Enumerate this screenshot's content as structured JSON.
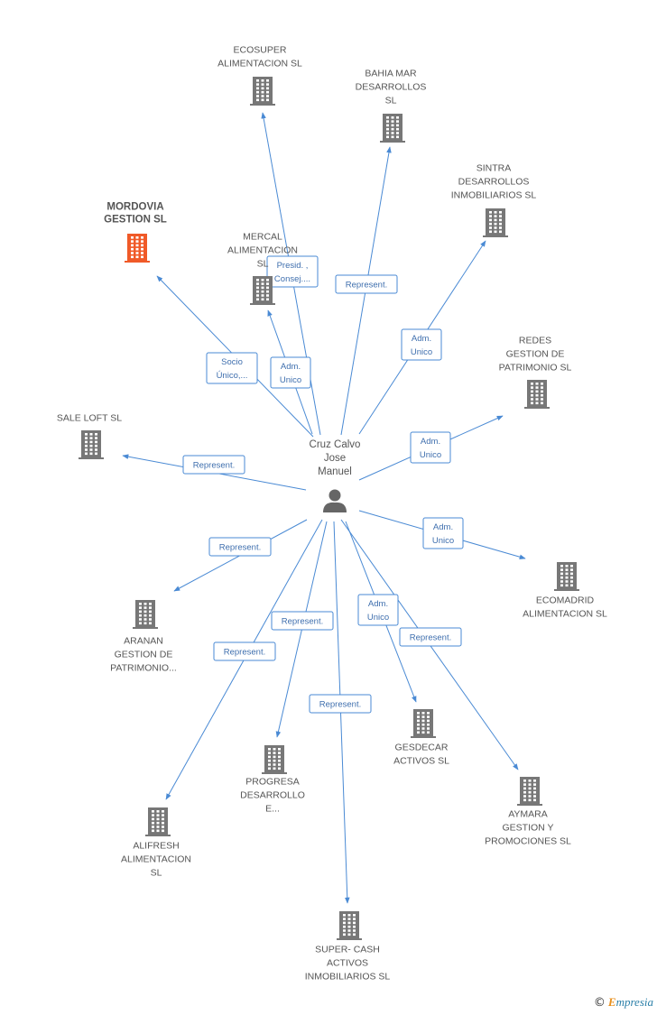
{
  "center": {
    "lines": [
      "Cruz Calvo",
      "Jose",
      "Manuel"
    ],
    "icon": "person-icon"
  },
  "companies": [
    {
      "id": "ecosuper",
      "lines": [
        "ECOSUPER",
        "ALIMENTACION SL"
      ],
      "highlight": false
    },
    {
      "id": "bahia-mar",
      "lines": [
        "BAHIA MAR",
        "DESARROLLOS",
        "SL"
      ],
      "highlight": false
    },
    {
      "id": "sintra",
      "lines": [
        "SINTRA",
        "DESARROLLOS",
        "INMOBILIARIOS SL"
      ],
      "highlight": false
    },
    {
      "id": "mordovia",
      "lines": [
        "MORDOVIA",
        "GESTION SL"
      ],
      "highlight": true
    },
    {
      "id": "mercal",
      "lines": [
        "MERCAL",
        "ALIMENTACION",
        "SL"
      ],
      "highlight": false
    },
    {
      "id": "redes",
      "lines": [
        "REDES",
        "GESTION DE",
        "PATRIMONIO SL"
      ],
      "highlight": false
    },
    {
      "id": "sale-loft",
      "lines": [
        "SALE LOFT SL"
      ],
      "highlight": false
    },
    {
      "id": "ecomadrid",
      "lines": [
        "ECOMADRID",
        "ALIMENTACION SL"
      ],
      "highlight": false
    },
    {
      "id": "aranan",
      "lines": [
        "ARANAN",
        "GESTION DE",
        "PATRIMONIO..."
      ],
      "highlight": false
    },
    {
      "id": "gesdecar",
      "lines": [
        "GESDECAR",
        "ACTIVOS  SL"
      ],
      "highlight": false
    },
    {
      "id": "progresa",
      "lines": [
        "PROGRESA",
        "DESARROLLO",
        "E..."
      ],
      "highlight": false
    },
    {
      "id": "aymara",
      "lines": [
        "AYMARA",
        "GESTION Y",
        "PROMOCIONES SL"
      ],
      "highlight": false
    },
    {
      "id": "alifresh",
      "lines": [
        "ALIFRESH",
        "ALIMENTACION",
        "SL"
      ],
      "highlight": false
    },
    {
      "id": "super-cash",
      "lines": [
        "SUPER- CASH",
        "ACTIVOS",
        "INMOBILIARIOS SL"
      ],
      "highlight": false
    }
  ],
  "relations": [
    {
      "target": "ecosuper",
      "lines": [
        "Presid. ,",
        "Consej...."
      ]
    },
    {
      "target": "bahia-mar",
      "lines": [
        "Represent."
      ]
    },
    {
      "target": "sintra",
      "lines": [
        "Adm.",
        "Unico"
      ]
    },
    {
      "target": "mordovia",
      "lines": [
        "Socio",
        "Único,..."
      ]
    },
    {
      "target": "mercal",
      "lines": [
        "Adm.",
        "Unico"
      ]
    },
    {
      "target": "redes",
      "lines": [
        "Adm.",
        "Unico"
      ]
    },
    {
      "target": "sale-loft",
      "lines": [
        "Represent."
      ]
    },
    {
      "target": "ecomadrid",
      "lines": [
        "Adm.",
        "Unico"
      ]
    },
    {
      "target": "aranan",
      "lines": [
        "Represent."
      ]
    },
    {
      "target": "gesdecar",
      "lines": [
        "Adm.",
        "Unico"
      ]
    },
    {
      "target": "progresa",
      "lines": [
        "Represent."
      ]
    },
    {
      "target": "aymara",
      "lines": [
        "Represent."
      ]
    },
    {
      "target": "alifresh",
      "lines": [
        "Represent."
      ]
    },
    {
      "target": "super-cash",
      "lines": [
        "Represent."
      ]
    }
  ],
  "colors": {
    "edge": "#4a8ad4",
    "node_icon": "#777777",
    "highlight_icon": "#f05a28",
    "text": "#555555"
  },
  "watermark": {
    "copyright": "©",
    "brand_first": "E",
    "brand_rest": "mpresia"
  }
}
